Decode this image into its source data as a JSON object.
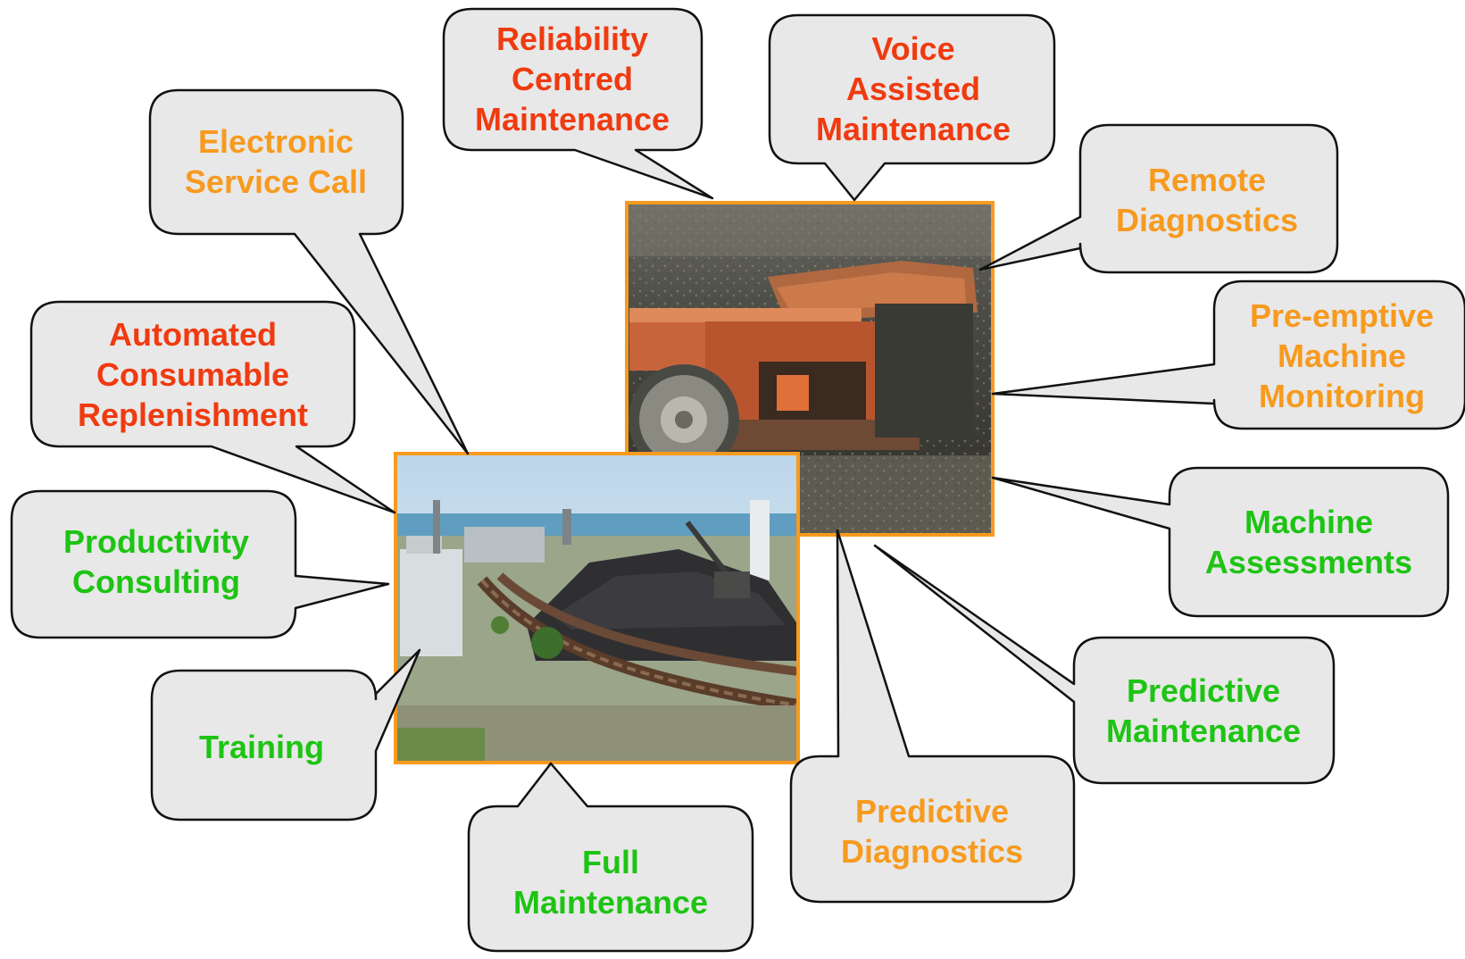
{
  "colors": {
    "red": "#f03a10",
    "orange": "#f79a1e",
    "green": "#1ec414",
    "bubble_fill": "#e8e8e8",
    "bubble_stroke": "#111111",
    "photo_frame": "#f79a1e"
  },
  "photos": {
    "mine_loader": "underground-mining-loader-photo",
    "port_stockyard": "coal-port-stockyard-photo"
  },
  "callouts": [
    {
      "id": "electronic-service-call",
      "lines": [
        "Electronic",
        "Service Call"
      ],
      "color": "orange"
    },
    {
      "id": "reliability-centred-maintenance",
      "lines": [
        "Reliability",
        "Centred",
        "Maintenance"
      ],
      "color": "red"
    },
    {
      "id": "voice-assisted-maintenance",
      "lines": [
        "Voice",
        "Assisted",
        "Maintenance"
      ],
      "color": "red"
    },
    {
      "id": "remote-diagnostics",
      "lines": [
        "Remote",
        "Diagnostics"
      ],
      "color": "orange"
    },
    {
      "id": "pre-emptive-machine-monitoring",
      "lines": [
        "Pre-emptive",
        "Machine",
        "Monitoring"
      ],
      "color": "orange"
    },
    {
      "id": "automated-consumable-replenishment",
      "lines": [
        "Automated",
        "Consumable",
        "Replenishment"
      ],
      "color": "red"
    },
    {
      "id": "productivity-consulting",
      "lines": [
        "Productivity",
        "Consulting"
      ],
      "color": "green"
    },
    {
      "id": "machine-assessments",
      "lines": [
        "Machine",
        "Assessments"
      ],
      "color": "green"
    },
    {
      "id": "training",
      "lines": [
        "Training"
      ],
      "color": "green"
    },
    {
      "id": "predictive-maintenance",
      "lines": [
        "Predictive",
        "Maintenance"
      ],
      "color": "green"
    },
    {
      "id": "predictive-diagnostics",
      "lines": [
        "Predictive",
        "Diagnostics"
      ],
      "color": "orange"
    },
    {
      "id": "full-maintenance",
      "lines": [
        "Full",
        "Maintenance"
      ],
      "color": "green"
    }
  ]
}
